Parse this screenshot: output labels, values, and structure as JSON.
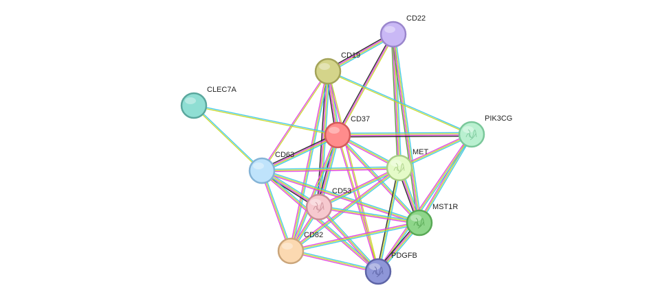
{
  "nodes": [
    {
      "id": "CD22",
      "label": "CD22",
      "fill": "#c9b8f5",
      "stroke": "#9a86cc",
      "glyph": false
    },
    {
      "id": "CD19",
      "label": "CD19",
      "fill": "#d4d48a",
      "stroke": "#a3a358",
      "glyph": false
    },
    {
      "id": "CLEC7A",
      "label": "CLEC7A",
      "fill": "#8fded3",
      "stroke": "#5aa79d",
      "glyph": false
    },
    {
      "id": "CD37",
      "label": "CD37",
      "fill": "#ff8c8c",
      "stroke": "#d45a5a",
      "glyph": false
    },
    {
      "id": "PIK3CG",
      "label": "PIK3CG",
      "fill": "#b9f0d0",
      "stroke": "#7ac79a",
      "glyph": true
    },
    {
      "id": "CD63",
      "label": "CD63",
      "fill": "#bfe3fb",
      "stroke": "#84b3d6",
      "glyph": false
    },
    {
      "id": "MET",
      "label": "MET",
      "fill": "#e4fac8",
      "stroke": "#a8cc86",
      "glyph": true
    },
    {
      "id": "CD53",
      "label": "CD53",
      "fill": "#f6c9cf",
      "stroke": "#c98d96",
      "glyph": true
    },
    {
      "id": "MST1R",
      "label": "MST1R",
      "fill": "#8ed68a",
      "stroke": "#58a855",
      "glyph": true
    },
    {
      "id": "CD82",
      "label": "CD82",
      "fill": "#fbd9b1",
      "stroke": "#caa57a",
      "glyph": false
    },
    {
      "id": "PDGFB",
      "label": "PDGFB",
      "fill": "#8e96d8",
      "stroke": "#5d64a6",
      "glyph": true
    }
  ],
  "edges": [
    {
      "source": "CD22",
      "target": "CD19",
      "colors": [
        "#3ec8e8",
        "#c8d82a",
        "#e040e0",
        "#222222"
      ]
    },
    {
      "source": "CD22",
      "target": "CD37",
      "colors": [
        "#c8d82a",
        "#e040e0",
        "#222222"
      ]
    },
    {
      "source": "CD22",
      "target": "MET",
      "colors": [
        "#3ec8e8",
        "#c8d82a",
        "#e040e0",
        "#5b9b3a"
      ]
    },
    {
      "source": "CD22",
      "target": "MST1R",
      "colors": [
        "#3ec8e8",
        "#c8d82a",
        "#e040e0",
        "#5b9b3a"
      ]
    },
    {
      "source": "CD19",
      "target": "PIK3CG",
      "colors": [
        "#3ec8e8",
        "#c8d82a"
      ]
    },
    {
      "source": "CD19",
      "target": "CD37",
      "colors": [
        "#3ec8e8",
        "#c8d82a",
        "#e040e0",
        "#222222"
      ]
    },
    {
      "source": "CD19",
      "target": "CD63",
      "colors": [
        "#c8d82a",
        "#e040e0"
      ]
    },
    {
      "source": "CD19",
      "target": "CD53",
      "colors": [
        "#3ec8e8",
        "#c8d82a",
        "#e040e0",
        "#222222"
      ]
    },
    {
      "source": "CD19",
      "target": "CD82",
      "colors": [
        "#3ec8e8",
        "#c8d82a",
        "#e040e0"
      ]
    },
    {
      "source": "CD19",
      "target": "PDGFB",
      "colors": [
        "#c8d82a",
        "#e040e0"
      ]
    },
    {
      "source": "CLEC7A",
      "target": "CD37",
      "colors": [
        "#3ec8e8",
        "#c8d82a"
      ]
    },
    {
      "source": "CLEC7A",
      "target": "CD63",
      "colors": [
        "#3ec8e8",
        "#c8d82a"
      ]
    },
    {
      "source": "CD37",
      "target": "PIK3CG",
      "colors": [
        "#3ec8e8",
        "#c8d82a",
        "#e040e0",
        "#222222"
      ]
    },
    {
      "source": "CD37",
      "target": "CD63",
      "colors": [
        "#3ec8e8",
        "#c8d82a",
        "#e040e0",
        "#222222"
      ]
    },
    {
      "source": "CD37",
      "target": "MET",
      "colors": [
        "#3ec8e8",
        "#c8d82a",
        "#e040e0"
      ]
    },
    {
      "source": "CD37",
      "target": "CD53",
      "colors": [
        "#3ec8e8",
        "#c8d82a",
        "#e040e0",
        "#222222"
      ]
    },
    {
      "source": "CD37",
      "target": "MST1R",
      "colors": [
        "#3ec8e8",
        "#c8d82a",
        "#e040e0"
      ]
    },
    {
      "source": "CD37",
      "target": "CD82",
      "colors": [
        "#3ec8e8",
        "#c8d82a",
        "#e040e0"
      ]
    },
    {
      "source": "CD37",
      "target": "PDGFB",
      "colors": [
        "#c8d82a",
        "#e040e0"
      ]
    },
    {
      "source": "PIK3CG",
      "target": "MET",
      "colors": [
        "#3ec8e8",
        "#c8d82a",
        "#e040e0"
      ]
    },
    {
      "source": "PIK3CG",
      "target": "MST1R",
      "colors": [
        "#3ec8e8",
        "#c8d82a",
        "#e040e0"
      ]
    },
    {
      "source": "PIK3CG",
      "target": "PDGFB",
      "colors": [
        "#3ec8e8",
        "#c8d82a",
        "#e040e0"
      ]
    },
    {
      "source": "CD63",
      "target": "MET",
      "colors": [
        "#3ec8e8",
        "#c8d82a",
        "#e040e0"
      ]
    },
    {
      "source": "CD63",
      "target": "CD53",
      "colors": [
        "#3ec8e8",
        "#c8d82a",
        "#e040e0",
        "#222222"
      ]
    },
    {
      "source": "CD63",
      "target": "MST1R",
      "colors": [
        "#3ec8e8",
        "#c8d82a",
        "#e040e0"
      ]
    },
    {
      "source": "CD63",
      "target": "CD82",
      "colors": [
        "#3ec8e8",
        "#c8d82a",
        "#e040e0"
      ]
    },
    {
      "source": "CD63",
      "target": "PDGFB",
      "colors": [
        "#3ec8e8",
        "#c8d82a",
        "#e040e0"
      ]
    },
    {
      "source": "MET",
      "target": "CD53",
      "colors": [
        "#3ec8e8",
        "#c8d82a",
        "#e040e0"
      ]
    },
    {
      "source": "MET",
      "target": "MST1R",
      "colors": [
        "#3ec8e8",
        "#c8d82a",
        "#e040e0",
        "#222222"
      ]
    },
    {
      "source": "MET",
      "target": "CD82",
      "colors": [
        "#3ec8e8",
        "#c8d82a",
        "#e040e0"
      ]
    },
    {
      "source": "MET",
      "target": "PDGFB",
      "colors": [
        "#3ec8e8",
        "#c8d82a",
        "#222222"
      ]
    },
    {
      "source": "CD53",
      "target": "MST1R",
      "colors": [
        "#3ec8e8",
        "#c8d82a",
        "#e040e0"
      ]
    },
    {
      "source": "CD53",
      "target": "CD82",
      "colors": [
        "#3ec8e8",
        "#c8d82a",
        "#e040e0"
      ]
    },
    {
      "source": "CD53",
      "target": "PDGFB",
      "colors": [
        "#3ec8e8",
        "#c8d82a",
        "#e040e0"
      ]
    },
    {
      "source": "MST1R",
      "target": "CD82",
      "colors": [
        "#3ec8e8",
        "#c8d82a",
        "#e040e0"
      ]
    },
    {
      "source": "MST1R",
      "target": "PDGFB",
      "colors": [
        "#3ec8e8",
        "#c8d82a",
        "#e040e0",
        "#222222"
      ]
    },
    {
      "source": "CD82",
      "target": "PDGFB",
      "colors": [
        "#3ec8e8",
        "#c8d82a",
        "#e040e0"
      ]
    }
  ]
}
